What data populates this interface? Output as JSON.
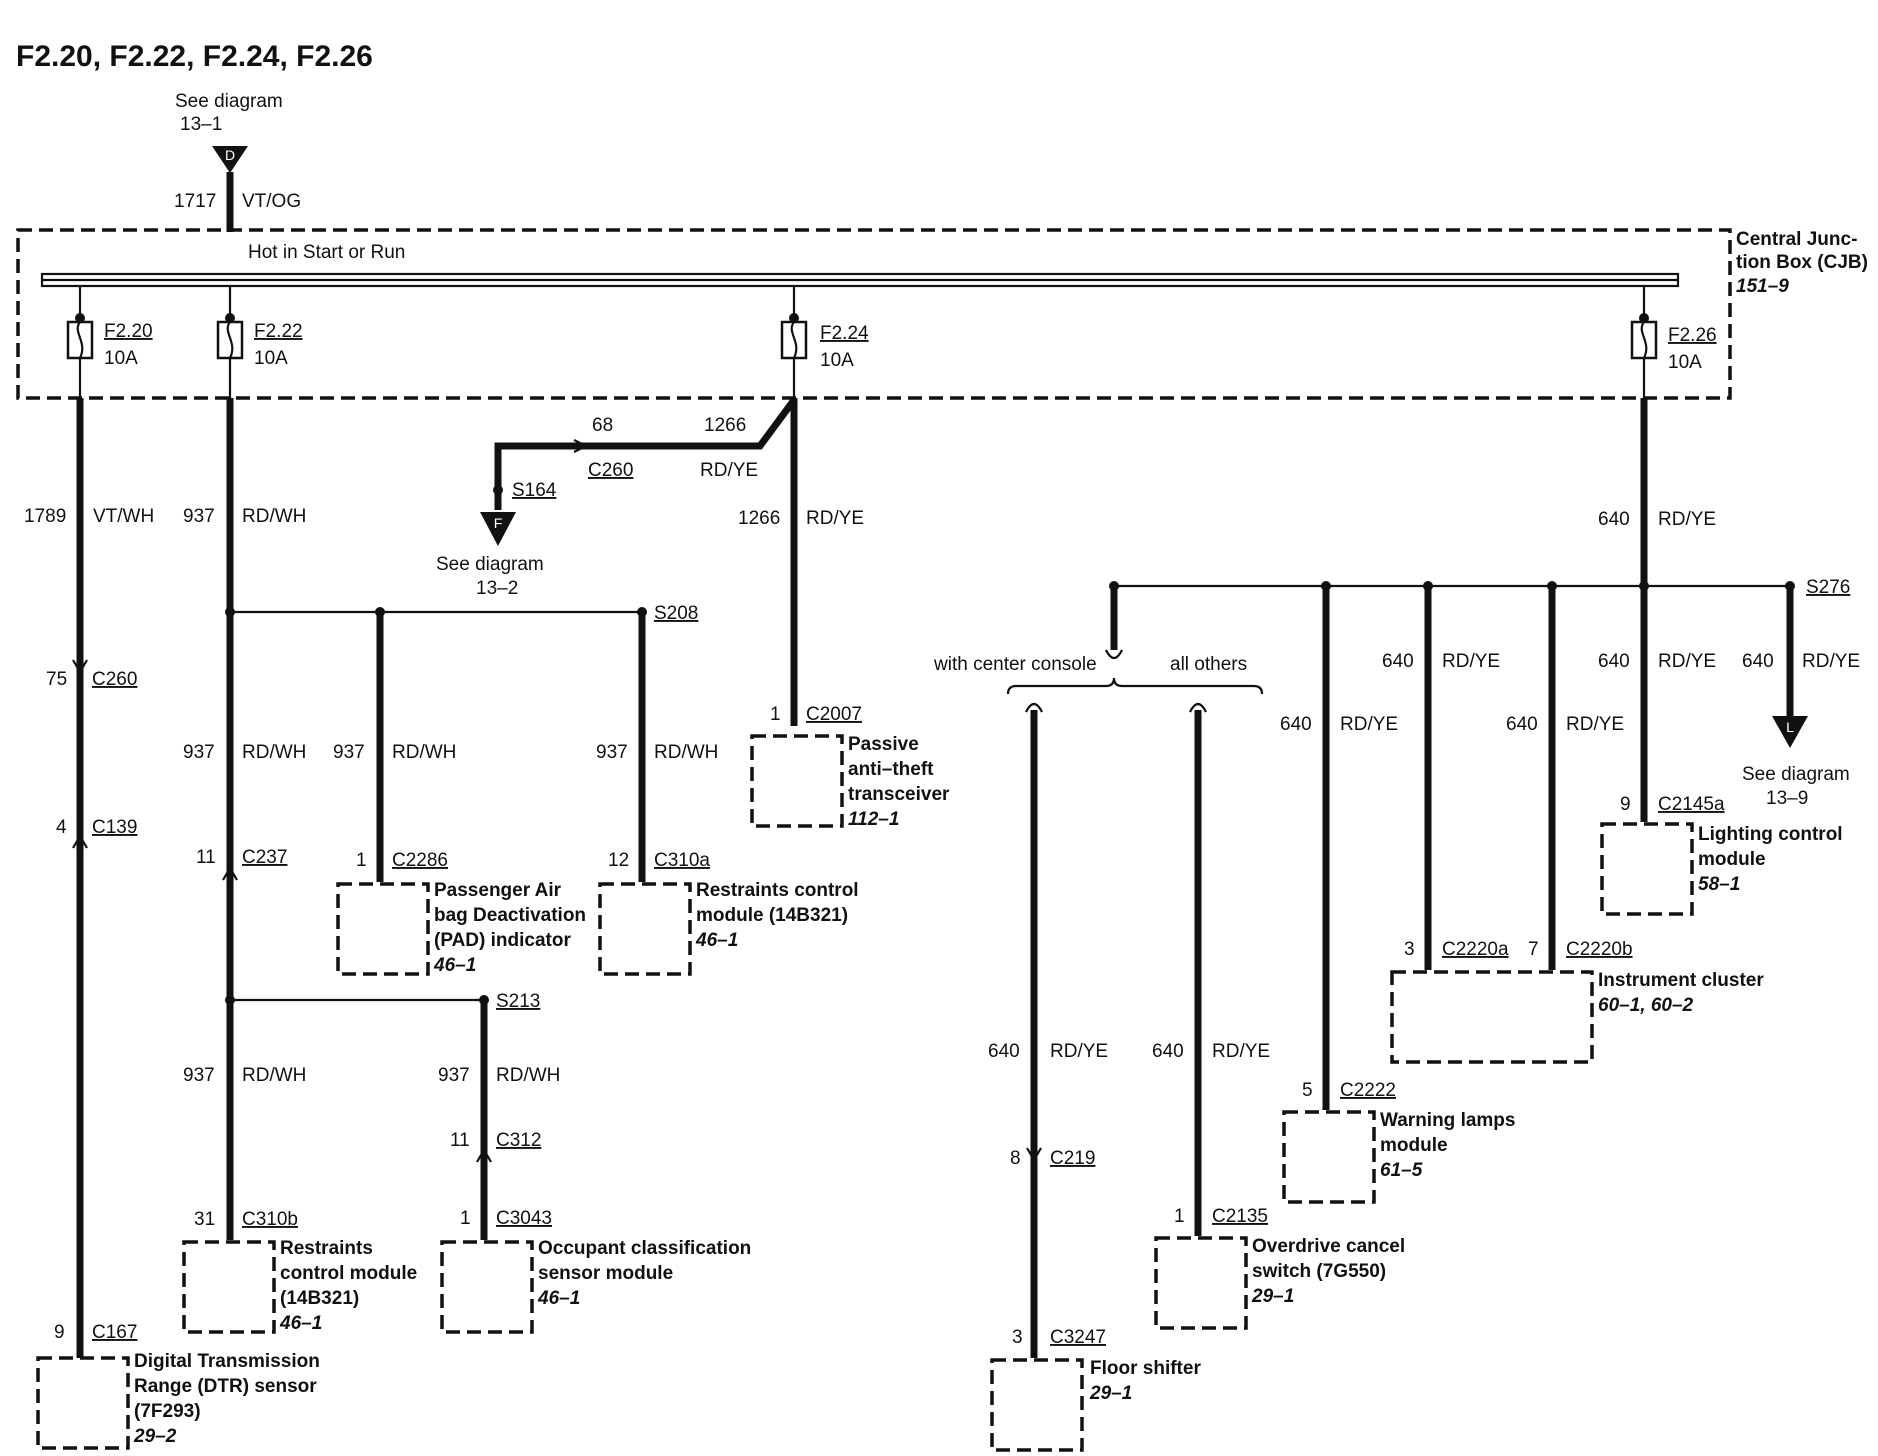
{
  "title": "F2.20, F2.22, F2.24, F2.26",
  "feed_top": {
    "see": "See diagram",
    "ref": "13–1",
    "arrow": "D",
    "circuit": "1717",
    "color": "VT/OG"
  },
  "cjb": {
    "hot_label": "Hot in Start or Run",
    "name_line1": "Central Junc-",
    "name_line2": "tion Box (CJB)",
    "ref": "151–9"
  },
  "fuses": [
    {
      "id": "F2.20",
      "rating": "10A"
    },
    {
      "id": "F2.22",
      "rating": "10A"
    },
    {
      "id": "F2.24",
      "rating": "10A"
    },
    {
      "id": "F2.26",
      "rating": "10A"
    }
  ],
  "branch_f224": {
    "circuit_a": "68",
    "circuit_b": "1266",
    "connector": "C260",
    "color": "RD/YE",
    "splice": "S164",
    "arrow": "F",
    "see": "See diagram",
    "ref": "13–2",
    "down_circuit": "1266",
    "down_color": "RD/YE",
    "conn_pin": "1",
    "conn": "C2007",
    "module": [
      "Passive",
      "anti–theft",
      "transceiver"
    ],
    "module_ref": "112–1"
  },
  "wire_f220": {
    "circuit": "1789",
    "color": "VT/WH",
    "c1_pin": "75",
    "c1": "C260",
    "c2_pin": "4",
    "c2": "C139",
    "c3_pin": "9",
    "c3": "C167",
    "module": [
      "Digital Transmission",
      "Range (DTR) sensor",
      "(7F293)"
    ],
    "module_ref": "29–2"
  },
  "wire_f222": {
    "circuit": "937",
    "color": "RD/WH",
    "splice1": "S208",
    "splice2": "S213",
    "seg_circuit": "937",
    "seg_color": "RD/WH",
    "c237_pin": "11",
    "c237": "C237",
    "pad_pin": "1",
    "pad_conn": "C2286",
    "pad_module": [
      "Passenger Air",
      "bag Deactivation",
      "(PAD) indicator"
    ],
    "pad_ref": "46–1",
    "rcm_pin": "12",
    "rcm_conn": "C310a",
    "rcm_module": [
      "Restraints control",
      "module (14B321)"
    ],
    "rcm_ref": "46–1",
    "rcm2_pin": "31",
    "rcm2_conn": "C310b",
    "rcm2_module": [
      "Restraints",
      "control module",
      "(14B321)"
    ],
    "rcm2_ref": "46–1",
    "c312_pin": "11",
    "c312": "C312",
    "ocs_pin": "1",
    "ocs_conn": "C3043",
    "ocs_module": [
      "Occupant classification",
      "sensor module"
    ],
    "ocs_ref": "46–1"
  },
  "wire_f226": {
    "circuit": "640",
    "color": "RD/YE",
    "splice": "S276",
    "with_console": "with center console",
    "all_others": "all others",
    "arrow": "L",
    "see": "See diagram",
    "ref": "13–9",
    "lcm_pin": "9",
    "lcm_conn": "C2145a",
    "lcm_module": [
      "Lighting control",
      "module"
    ],
    "lcm_ref": "58–1",
    "ic_pin_a": "3",
    "ic_conn_a": "C2220a",
    "ic_pin_b": "7",
    "ic_conn_b": "C2220b",
    "ic_module": "Instrument cluster",
    "ic_ref": "60–1, 60–2",
    "wlm_pin": "5",
    "wlm_conn": "C2222",
    "wlm_module": [
      "Warning lamps",
      "module"
    ],
    "wlm_ref": "61–5",
    "c219_pin": "8",
    "c219": "C219",
    "fs_pin": "3",
    "fs_conn": "C3247",
    "fs_module": "Floor shifter",
    "fs_ref": "29–1",
    "od_pin": "1",
    "od_conn": "C2135",
    "od_module": [
      "Overdrive cancel",
      "switch (7G550)"
    ],
    "od_ref": "29–1"
  }
}
